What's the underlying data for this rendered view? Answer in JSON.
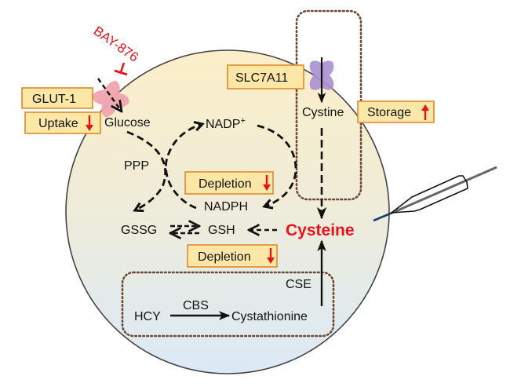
{
  "diagram": {
    "inhibitor": {
      "label": "BAY-876",
      "color": "#e8121b"
    },
    "transporters": {
      "glut1": {
        "label": "GLUT-1",
        "status_label": "Uptake",
        "status_direction": "down",
        "color": "#f0a3ae"
      },
      "slc7a11": {
        "label": "SLC7A11",
        "color": "#a88fd0"
      }
    },
    "metabolites": {
      "glucose": "Glucose",
      "nadp_plus": "NADP",
      "nadp_plus_sup": "+",
      "nadph": "NADPH",
      "ppp": "PPP",
      "gssg": "GSSG",
      "gsh": "GSH",
      "cysteine": "Cysteine",
      "cystine": "Cystine",
      "hcy": "HCY",
      "cystathionine": "Cystathionine"
    },
    "enzymes": {
      "cbs": "CBS",
      "cse": "CSE"
    },
    "status_boxes": {
      "storage": {
        "label": "Storage",
        "direction": "up"
      },
      "nadph_depletion": {
        "label": "Depletion",
        "direction": "down"
      },
      "gsh_depletion": {
        "label": "Depletion",
        "direction": "down"
      }
    },
    "colors": {
      "label_box_fill": "#fde7a6",
      "label_box_stroke": "#e08a2c",
      "arrow_red": "#e8121b",
      "dotted_box": "#6b4a35",
      "cell_top": "#fcefc8",
      "cell_bottom": "#dde9f5",
      "probe_blue": "#1d3d73"
    }
  }
}
